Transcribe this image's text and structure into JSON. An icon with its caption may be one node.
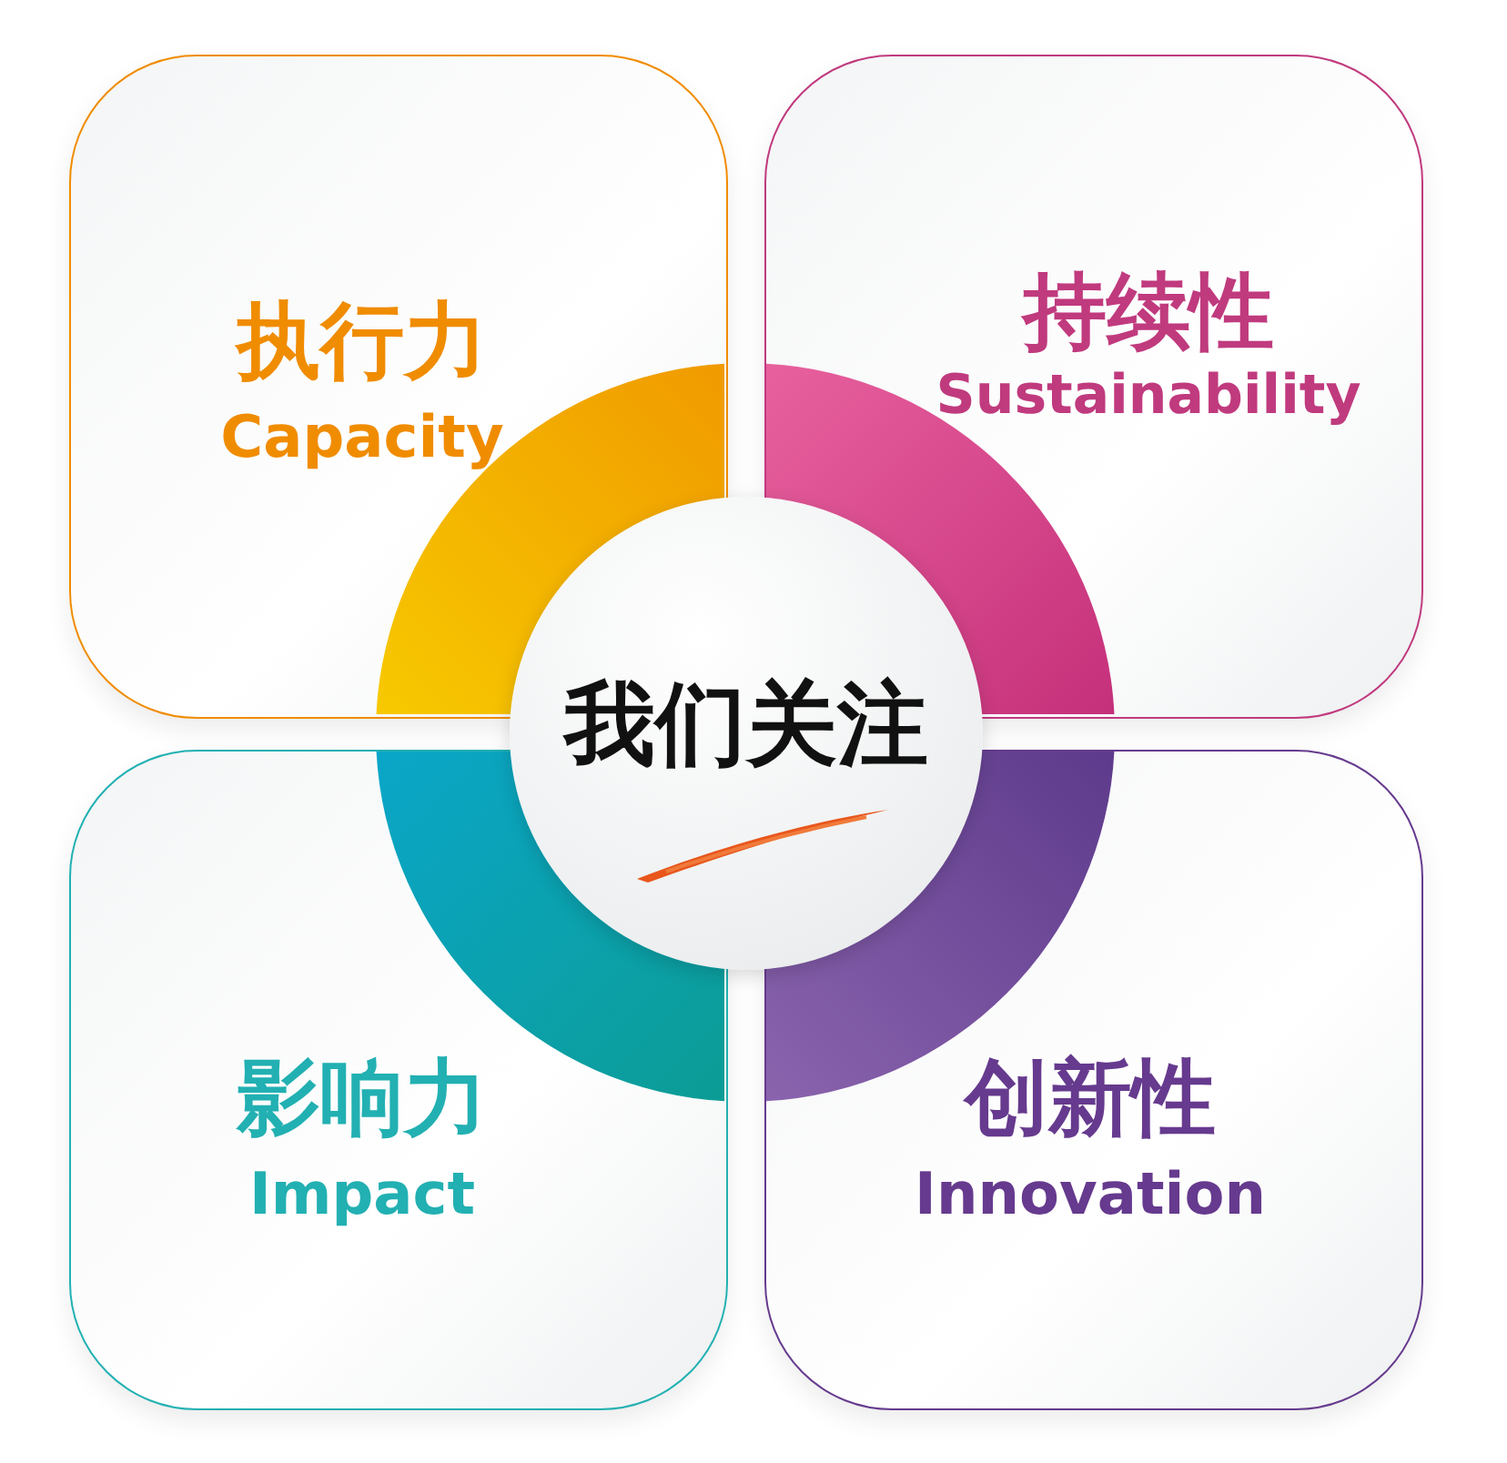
{
  "diagram": {
    "nodes": [
      {
        "text": [
          "我们关注"
        ]
      },
      {
        "text": [
          "执行力",
          "Capacity"
        ]
      },
      {
        "text": [
          "持续性",
          "Sustainability"
        ]
      },
      {
        "text": [
          "影响力",
          "Impact"
        ]
      },
      {
        "text": [
          "创新性",
          "Innovation"
        ]
      }
    ]
  }
}
